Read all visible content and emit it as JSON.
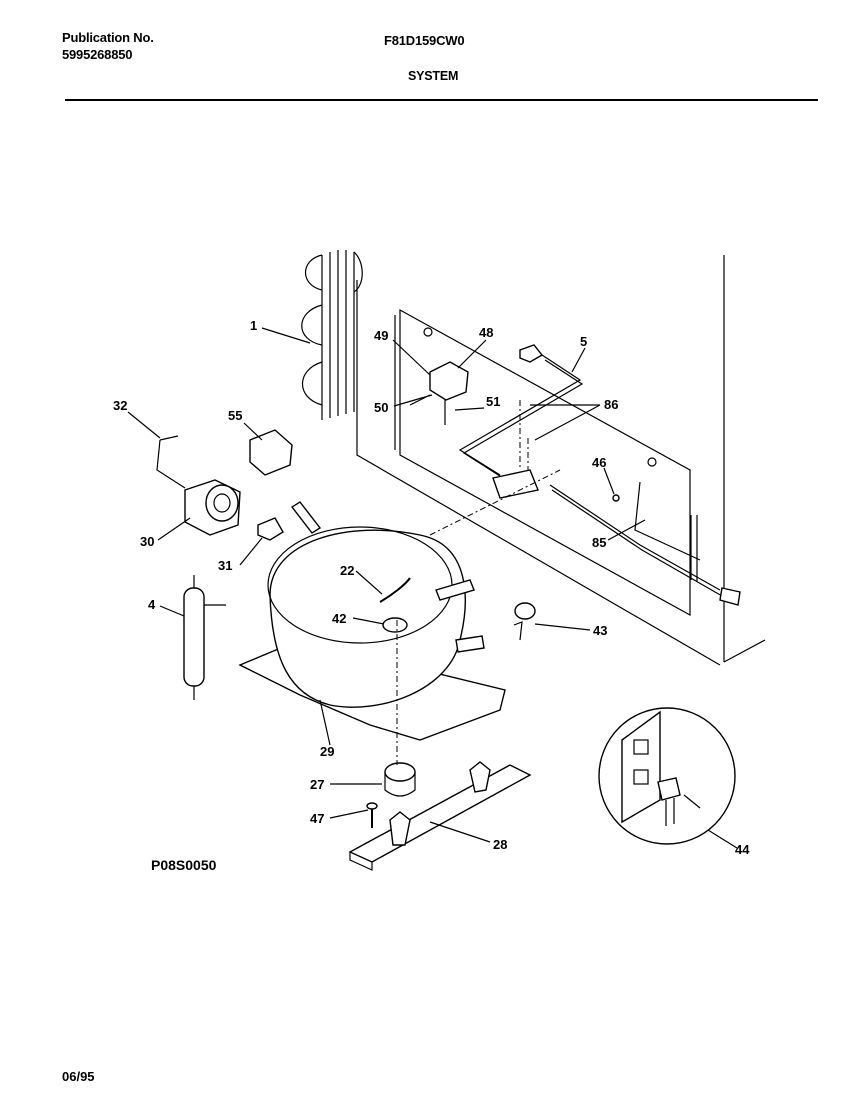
{
  "header": {
    "publication_label": "Publication No.",
    "publication_number": "5995268850",
    "model": "F81D159CW0",
    "section": "SYSTEM"
  },
  "figure_code": "P08S0050",
  "date": "06/95",
  "callouts": [
    "1",
    "49",
    "48",
    "5",
    "50",
    "51",
    "86",
    "32",
    "55",
    "46",
    "30",
    "85",
    "31",
    "22",
    "4",
    "42",
    "43",
    "29",
    "27",
    "47",
    "28",
    "44"
  ]
}
